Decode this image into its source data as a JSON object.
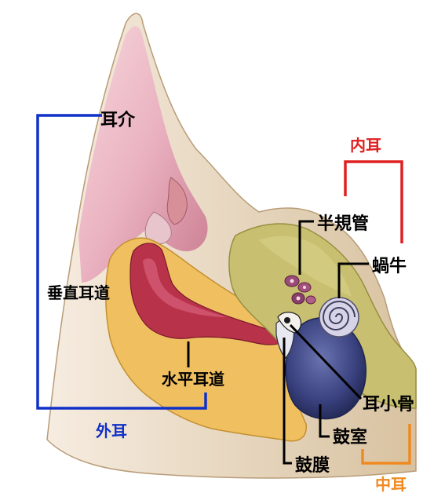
{
  "labels": {
    "pinna": "耳介",
    "vertical_canal": "垂直耳道",
    "horizontal_canal": "水平耳道",
    "outer_ear": "外耳",
    "inner_ear": "内耳",
    "semicircular_canals": "半規管",
    "cochlea": "蝸牛",
    "ossicles": "耳小骨",
    "tympanic_cavity": "鼓室",
    "eardrum": "鼓膜",
    "middle_ear": "中耳"
  },
  "colors": {
    "outer_ear_bracket": "#1030c8",
    "inner_ear_bracket": "#e02020",
    "middle_ear_bracket": "#f08a20",
    "leader_line": "#000000",
    "label_text": "#000000",
    "skin_fur": "#e8d6b8",
    "ear_inner_pink": "#f2b8c4",
    "canal_red": "#b8324a",
    "cartilage_yellow": "#f0c060",
    "bone_olive": "#c8c070",
    "tympanic_bulla_blue": "#404a86",
    "cochlea_pale": "#d8d4e8"
  }
}
